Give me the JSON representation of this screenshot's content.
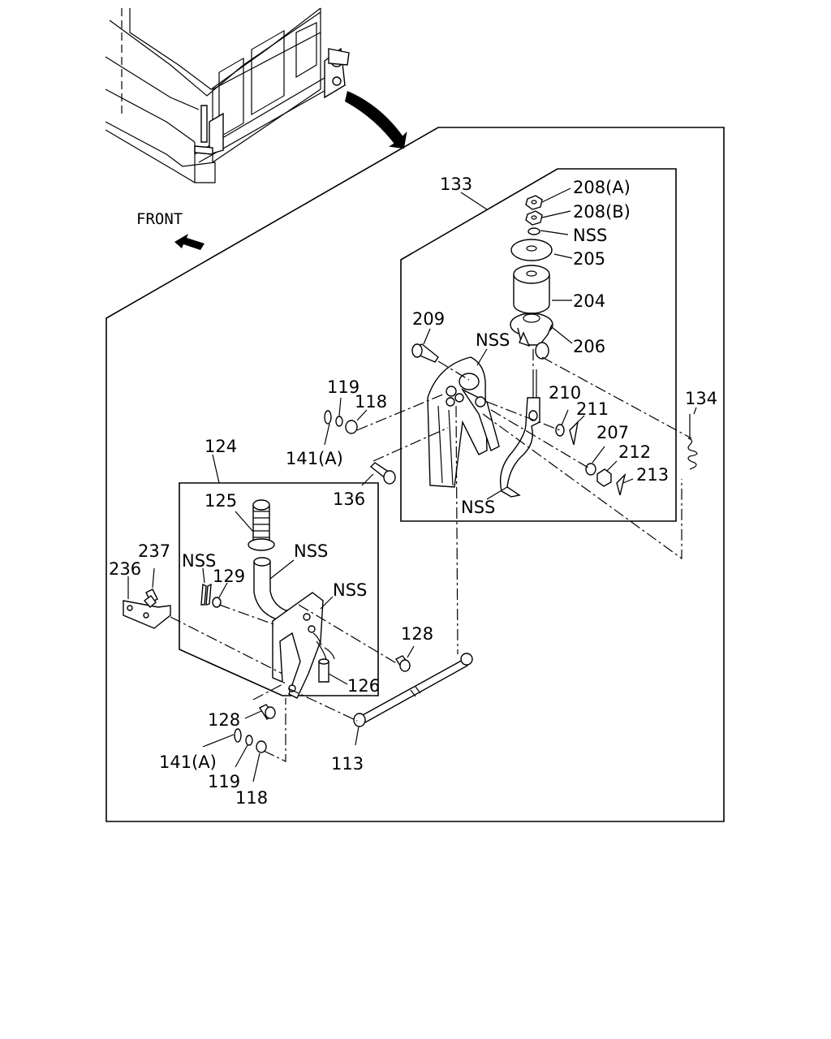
{
  "front_label": "FRONT",
  "labels": {
    "p133": "133",
    "p208a": "208(A)",
    "p208b": "208(B)",
    "nss_washer": "NSS",
    "p205": "205",
    "p204": "204",
    "p206": "206",
    "p209": "209",
    "nss_bracket": "NSS",
    "p119_top": "119",
    "p118_top": "118",
    "p210": "210",
    "p211": "211",
    "p134": "134",
    "p207": "207",
    "p212": "212",
    "p141a_top": "141(A)",
    "p213": "213",
    "p136": "136",
    "nss_lever": "NSS",
    "p124": "124",
    "p125": "125",
    "p237": "237",
    "nss_handle": "NSS",
    "p236": "236",
    "nss_pin": "NSS",
    "p129": "129",
    "nss_plate": "NSS",
    "p128_right": "128",
    "p126": "126",
    "p128_left": "128",
    "p141a_bottom": "141(A)",
    "p113": "113",
    "p119_bottom": "119",
    "p118_bottom": "118"
  }
}
